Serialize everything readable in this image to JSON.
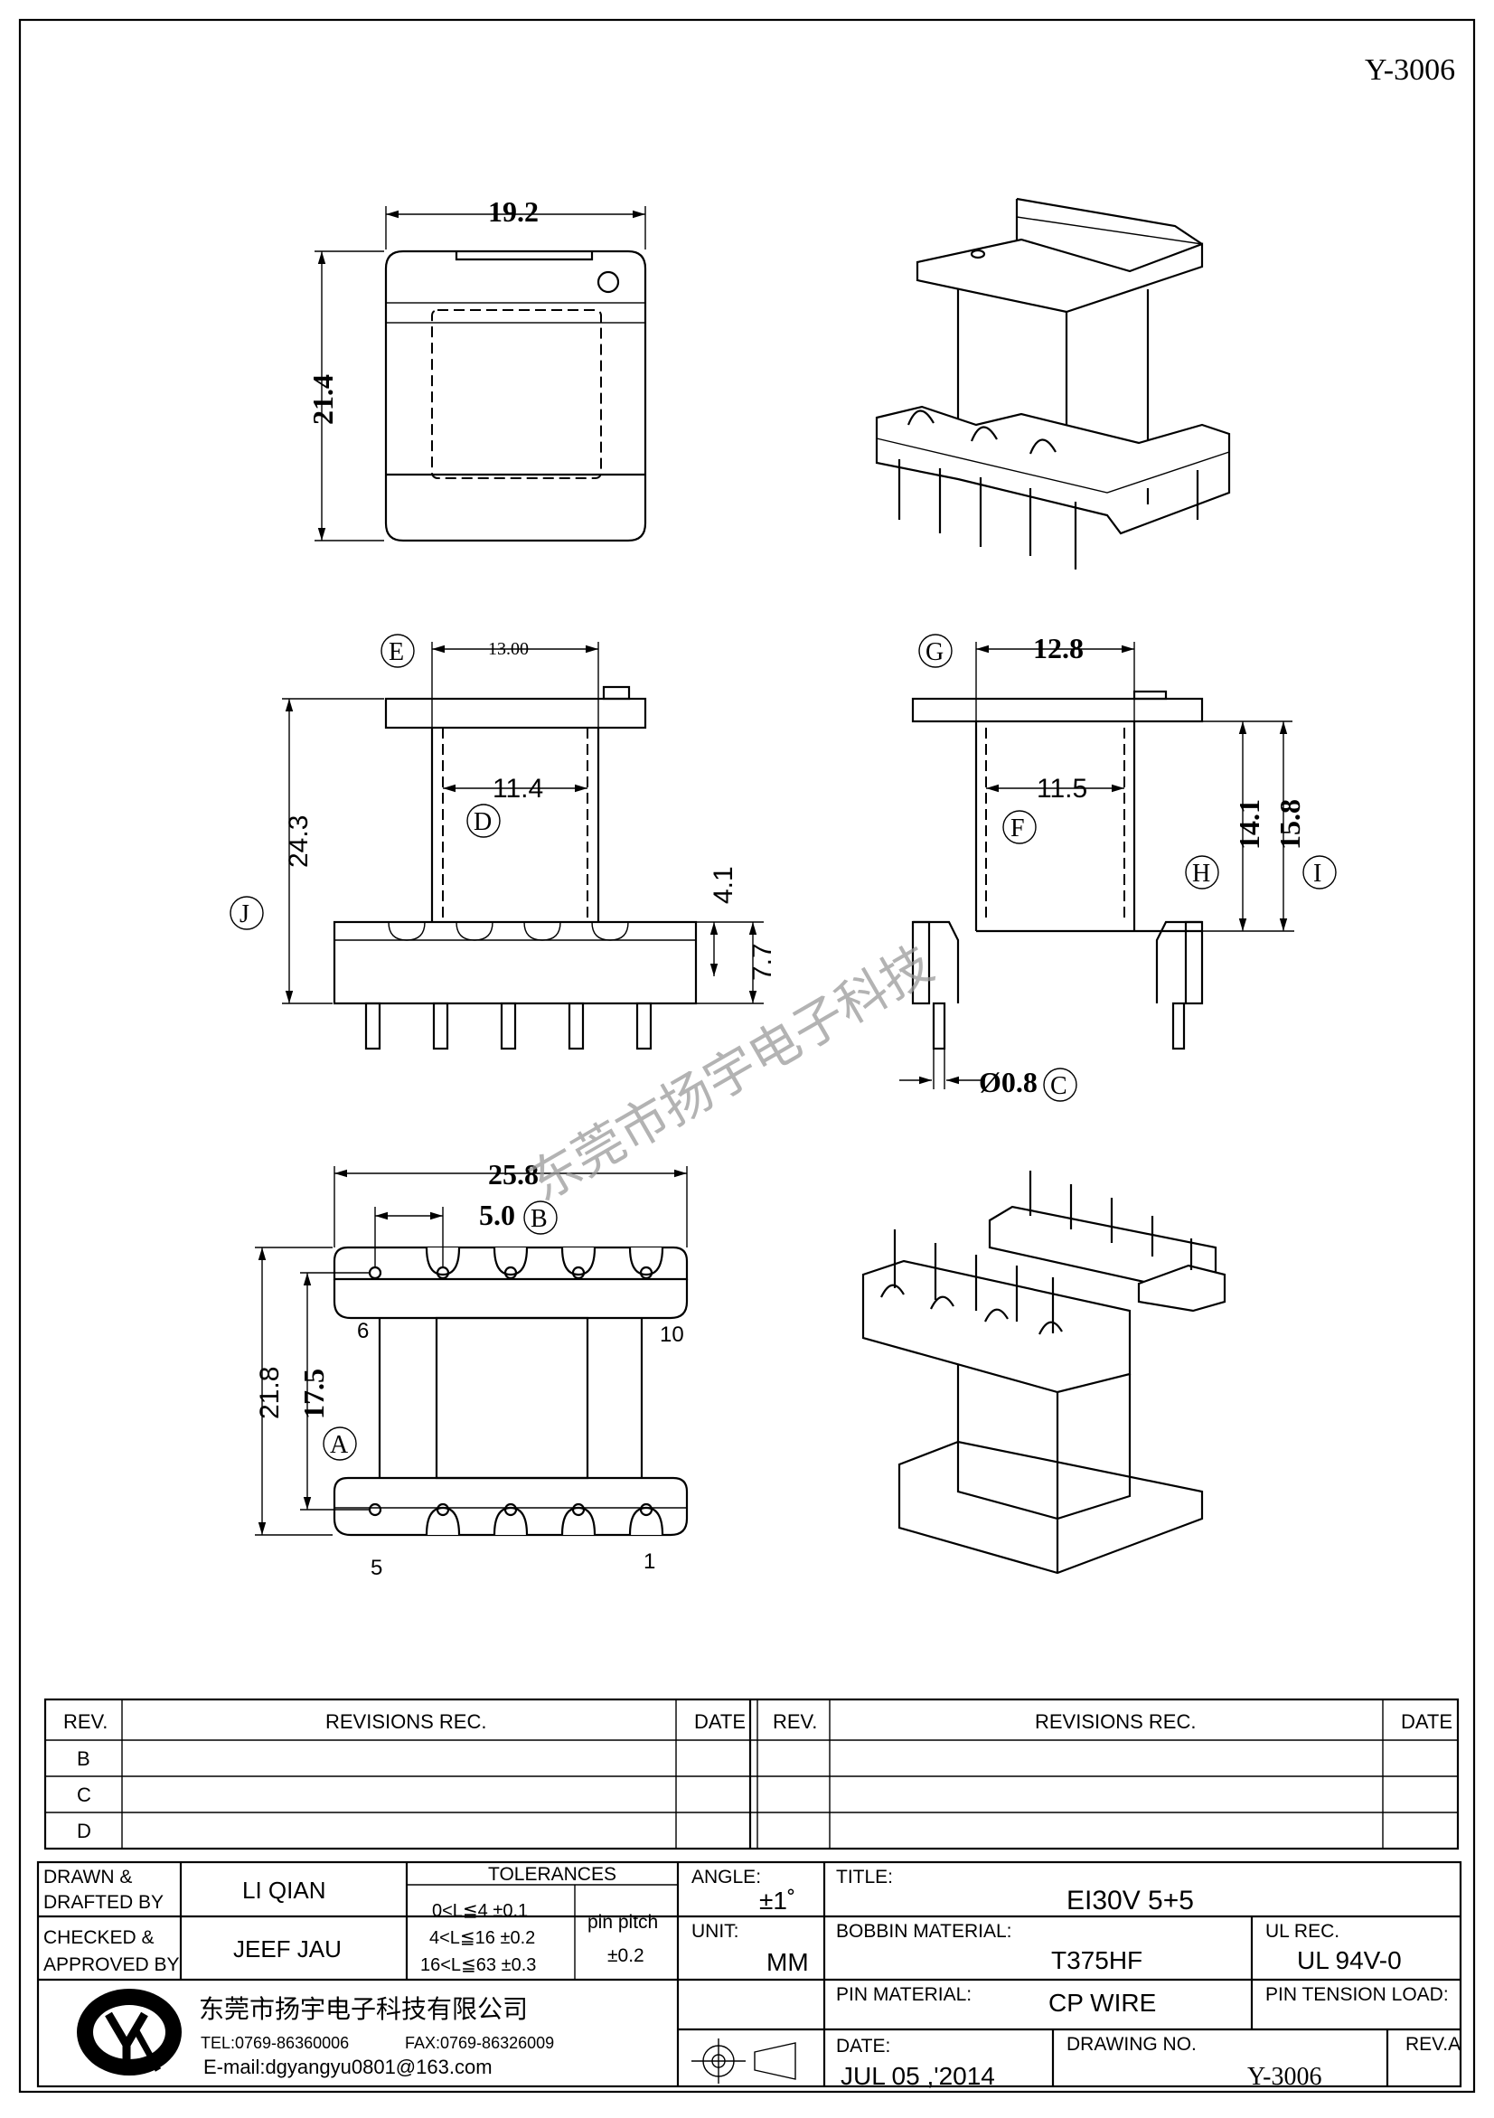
{
  "drawing_id_top": "Y-3006",
  "watermark": "东莞市扬宇电子科技",
  "dimensions": {
    "top_width": "19.2",
    "top_height": "21.4",
    "front_width": "13.00",
    "front_inner": "11.4",
    "front_height": "24.3",
    "front_flange": "4.1",
    "front_base": "7.7",
    "side_width": "12.8",
    "side_inner": "11.5",
    "side_h1": "14.1",
    "side_h2": "15.8",
    "pin_dia": "Ø0.8",
    "bottom_width": "25.8",
    "pin_pitch": "5.0",
    "bottom_h1": "21.8",
    "bottom_h2": "17.5"
  },
  "callouts": {
    "a": "A",
    "b": "B",
    "c": "C",
    "d": "D",
    "e": "E",
    "f": "F",
    "g": "G",
    "h": "H",
    "i": "I",
    "j": "J"
  },
  "pins": {
    "p6": "6",
    "p10": "10",
    "p5": "5",
    "p1": "1"
  },
  "revisions": {
    "rev_header": "REV.",
    "revisions_header": "REVISIONS    REC.",
    "date_header": "DATE",
    "rows": [
      "B",
      "C",
      "D"
    ]
  },
  "title_block": {
    "drawn_label": "DRAWN &",
    "drafted_label": "DRAFTED BY",
    "drawn_name": "LI QIAN",
    "checked_label": "CHECKED &",
    "approved_label": "APPROVED BY",
    "checked_name": "JEEF JAU",
    "tolerances_label": "TOLERANCES",
    "tol1": "0<L≦4   ±0.1",
    "tol2": "4<L≦16  ±0.2",
    "tol3": "16<L≦63  ±0.3",
    "pin_pitch_label": "pin  pitch",
    "pin_pitch_tol": "±0.2",
    "angle_label": "ANGLE:",
    "angle_value": "±1˚",
    "unit_label": "UNIT:",
    "unit_value": "MM",
    "title_label": "TITLE:",
    "title_value": "EI30V  5+5",
    "bobbin_label": "BOBBIN  MATERIAL:",
    "bobbin_value": "T375HF",
    "ul_label": "UL  REC.",
    "ul_value": "UL  94V-0",
    "pin_material_label": "PIN  MATERIAL:",
    "pin_material_value": "CP  WIRE",
    "pin_tension_label": "PIN  TENSION  LOAD:",
    "company_name": "东莞市扬宇电子科技有限公司",
    "tel": "TEL:0769-86360006",
    "fax": "FAX:0769-86326009",
    "email": "E-mail:dgyangyu0801@163.com",
    "date_label": "DATE:",
    "date_value": "JUL  05 ,'2014",
    "drawing_no_label": "DRAWING  NO.",
    "drawing_no_value": "Y-3006",
    "rev_label": "REV.A"
  }
}
